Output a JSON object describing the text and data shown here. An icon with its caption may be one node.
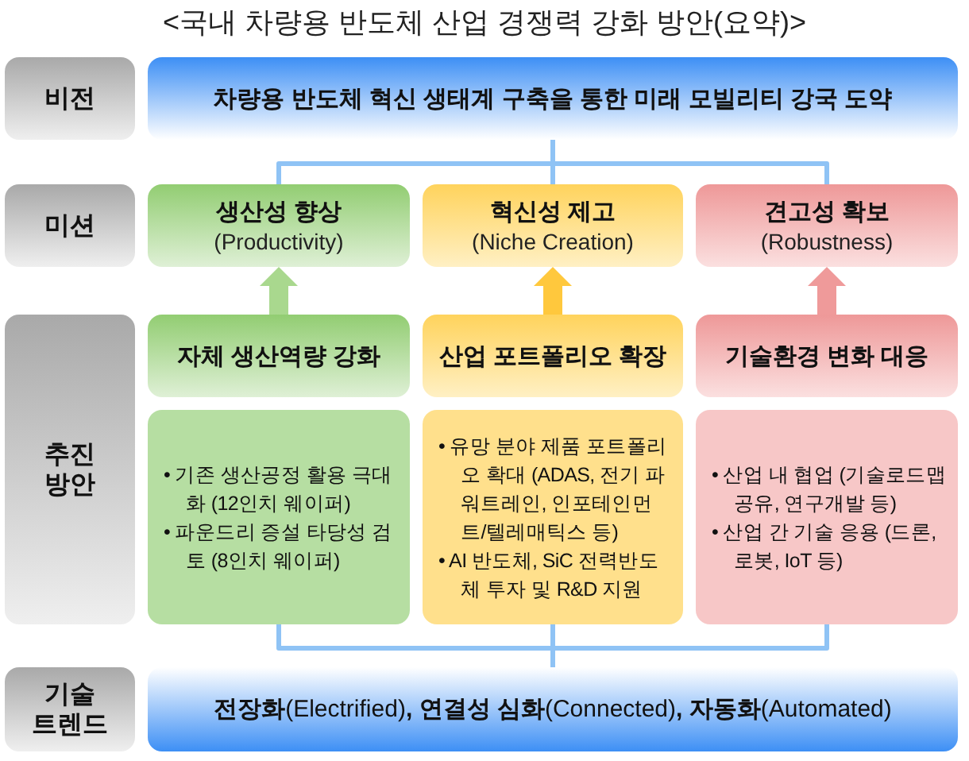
{
  "diagram": {
    "title": "<국내 차량용 반도체 산업 경쟁력 강화 방안(요약)>",
    "nodes": [
      {
        "text": [
          "비전"
        ]
      },
      {
        "text": [
          "차량용 반도체 혁신 생태계 구축을 통한 미래 모빌리티 강국 도약"
        ]
      },
      {
        "text": [
          "미션"
        ]
      },
      {
        "text": [
          "생산성 향상",
          "(Productivity)"
        ]
      },
      {
        "text": [
          "혁신성 제고",
          "(Niche Creation)"
        ]
      },
      {
        "text": [
          "견고성 확보",
          "(Robustness)"
        ]
      },
      {
        "text": [
          "추진 방안"
        ]
      },
      {
        "text": [
          "자체 생산역량 강화"
        ]
      },
      {
        "text": [
          "산업 포트폴리오 확장"
        ]
      },
      {
        "text": [
          "기술환경 변화 대응"
        ]
      },
      {
        "text": [
          "• 기존 생산공정 활용 극대화 (12인치 웨이퍼)",
          "• 파운드리 증설 타당성 검토 (8인치 웨이퍼)"
        ]
      },
      {
        "text": [
          "• 유망 분야 제품 포트폴리오 확대 (ADAS, 전기 파워트레인, 인포테인먼트/텔레매틱스 등)",
          "• AI 반도체, SiC 전력반도체 투자 및 R&D 지원"
        ]
      },
      {
        "text": [
          "• 산업 내 협업 (기술로드맵 공유, 연구개발 등)",
          "• 산업 간 기술 응용 (드론, 로봇, IoT 등)"
        ]
      },
      {
        "text": [
          "기술 트렌드"
        ]
      },
      {
        "text": [
          "**전장화**(Electrified)**, 연결성 심화**(Connected)**, 자동화**(Automated)"
        ]
      }
    ],
    "edges": [
      {
        "from": 1,
        "to": 3,
        "arrow": "none"
      },
      {
        "from": 1,
        "to": 4,
        "arrow": "none"
      },
      {
        "from": 1,
        "to": 5,
        "arrow": "none"
      },
      {
        "from": 7,
        "to": 3,
        "arrow": "to",
        "color": "#a9d88e"
      },
      {
        "from": 8,
        "to": 4,
        "arrow": "to",
        "color": "#ffc83d"
      },
      {
        "from": 9,
        "to": 5,
        "arrow": "to",
        "color": "#ef9a9a"
      },
      {
        "from": 10,
        "to": 14,
        "arrow": "none"
      },
      {
        "from": 11,
        "to": 14,
        "arrow": "none"
      },
      {
        "from": 12,
        "to": 14,
        "arrow": "none"
      }
    ]
  }
}
